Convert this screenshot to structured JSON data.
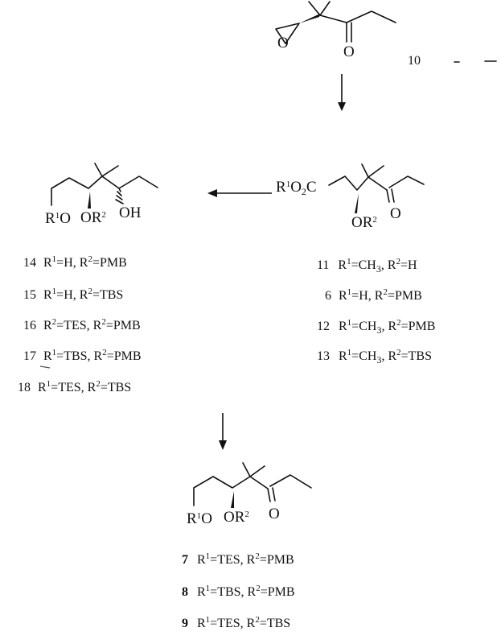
{
  "compound_10": {
    "number": "10"
  },
  "compound_ester": {
    "left_label_base": "R",
    "left_label_sup": "1",
    "left_label_o": "O",
    "left_label_sub": "2",
    "left_label_c": "C",
    "or_o": "O",
    "or_r": "R",
    "or_sup": "2",
    "ketone_o": "O"
  },
  "compound_diol": {
    "r1o_r": "R",
    "r1o_sup": "1",
    "r1o_o": "O",
    "or_o": "O",
    "or_r": "R",
    "or_sup": "2",
    "oh": "OH"
  },
  "compound_ketone": {
    "r1o_r": "R",
    "r1o_sup": "1",
    "r1o_o": "O",
    "or_o": "O",
    "or_r": "R",
    "or_sup": "2",
    "ketone_o": "O"
  },
  "list_left": [
    {
      "num": "14",
      "r1": "H",
      "r2": "PMB"
    },
    {
      "num": "15",
      "r1": "H",
      "r2": "TBS"
    },
    {
      "num": "16",
      "r1": "TES",
      "r2": "PMB",
      "first_sup": "2"
    },
    {
      "num": "17",
      "r1": "TBS",
      "r2": "PMB"
    },
    {
      "num": "18",
      "r1": "TES",
      "r2": "TBS"
    }
  ],
  "list_right": [
    {
      "num": "11",
      "r1": "CH",
      "r1_sub": "3",
      "r2": "H"
    },
    {
      "num": "6",
      "r1": "H",
      "r2": "PMB"
    },
    {
      "num": "12",
      "r1": "CH",
      "r1_sub": "3",
      "r2": "PMB"
    },
    {
      "num": "13",
      "r1": "CH",
      "r1_sub": "3",
      "r2": "TBS"
    }
  ],
  "list_bottom": [
    {
      "num": "7",
      "r1": "TES",
      "r2": "PMB"
    },
    {
      "num": "8",
      "r1": "TBS",
      "r2": "PMB"
    },
    {
      "num": "9",
      "r1": "TES",
      "r2": "TBS"
    }
  ],
  "text": {
    "r_letter": "R",
    "eq": "=",
    "comma": ", ",
    "sup1": "1",
    "sup2": "2"
  }
}
